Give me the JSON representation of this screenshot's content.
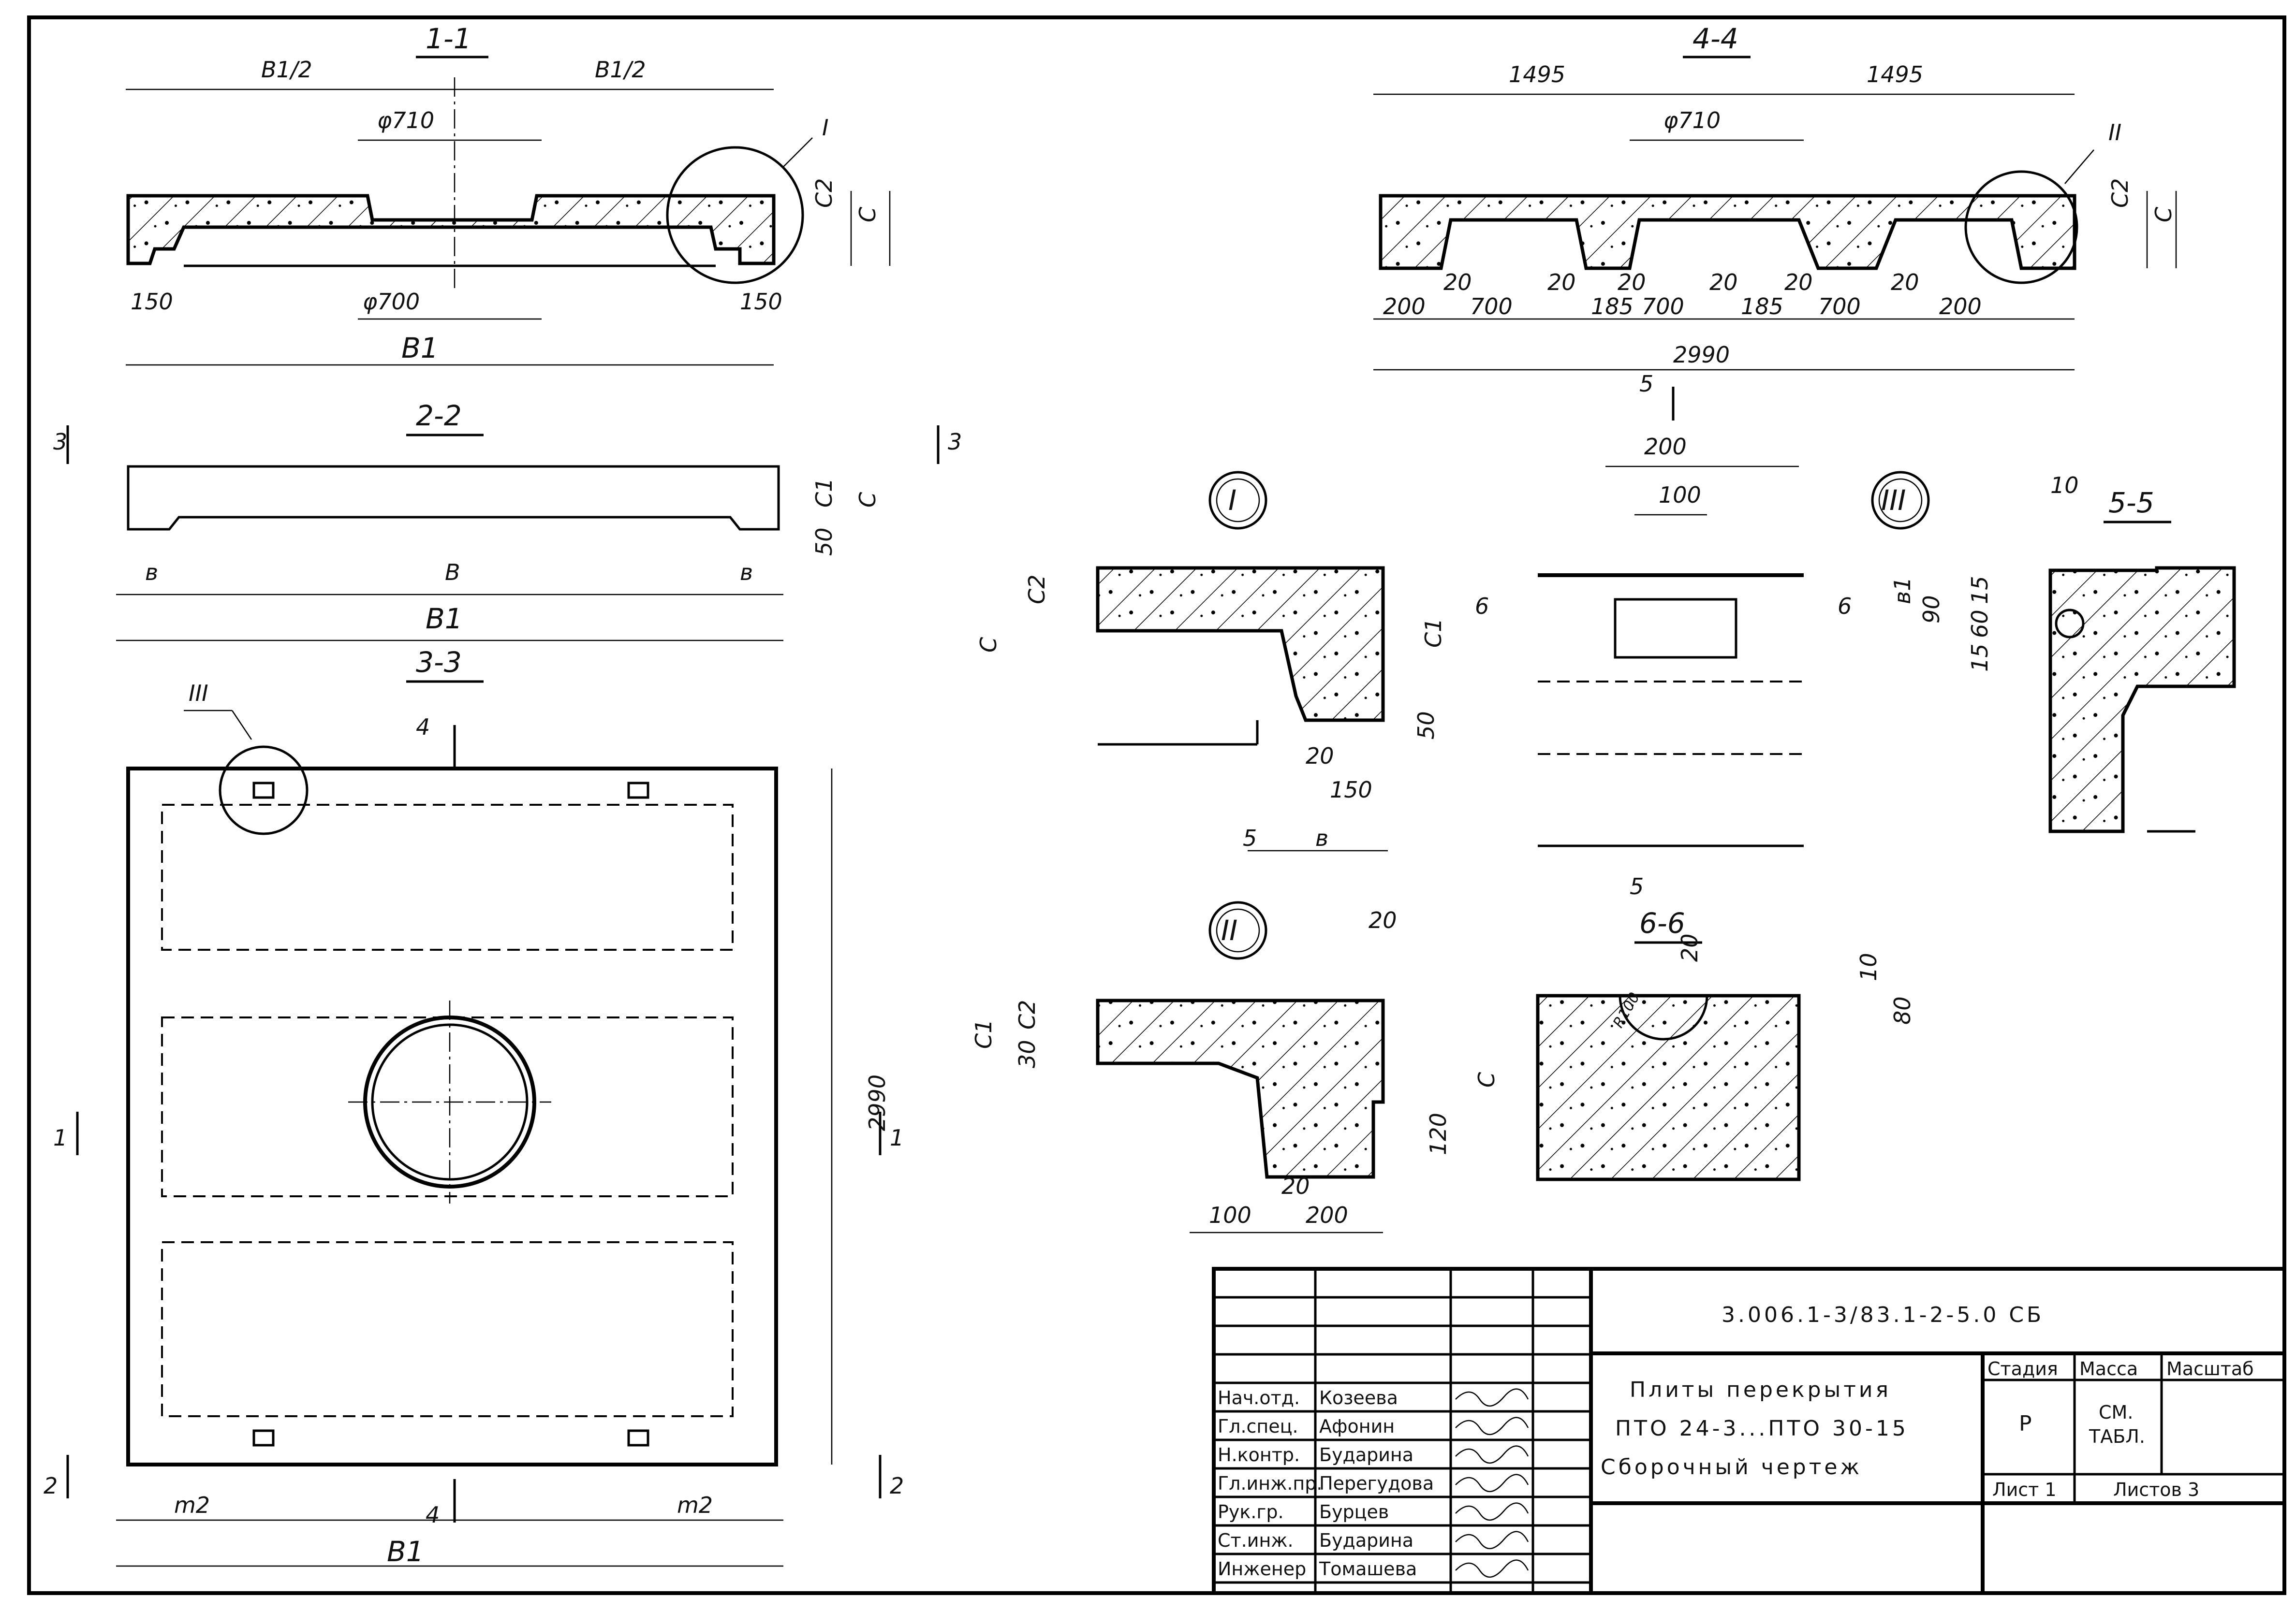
{
  "sections": {
    "s11": {
      "title": "1-1",
      "half_left": "B1/2",
      "half_right": "B1/2",
      "dia_top": "φ710",
      "dia_bot": "φ700",
      "edge_left": "150",
      "edge_right": "150",
      "total": "B1",
      "callout": "I",
      "c2": "C2",
      "c": "C"
    },
    "s44": {
      "title": "4-4",
      "half_left": "1495",
      "half_right": "1495",
      "dia_top": "φ710",
      "callout": "II",
      "c2": "C2",
      "c": "C",
      "bottom_dims": [
        "200",
        "20",
        "700",
        "20",
        "185",
        "20",
        "700",
        "20",
        "185",
        "20",
        "700",
        "20",
        "200"
      ],
      "total": "2990"
    },
    "s22": {
      "title": "2-2",
      "left_b": "в",
      "mid_b": "B",
      "right_b": "в",
      "total": "B1",
      "c1": "C1",
      "c": "C",
      "h50": "50",
      "cut_left": "3",
      "cut_right": "3"
    },
    "s33": {
      "title": "3-3",
      "callout": "III",
      "cut_top": "4",
      "cut_bottom": "4",
      "side_left_1": "1",
      "side_right_1": "1",
      "side_left_2": "2",
      "side_right_2": "2",
      "height": "2990",
      "m_left": "m2",
      "m_right": "m2",
      "total": "B1"
    }
  },
  "details": {
    "d1": {
      "title": "I",
      "c": "C",
      "c2": "C2",
      "c1": "C1",
      "d50": "50",
      "d20": "20",
      "d150": "150",
      "d5": "5",
      "b": "в"
    },
    "d2": {
      "title": "II",
      "c1": "C1",
      "c2": "C2",
      "d30": "30",
      "c": "C",
      "d120": "120",
      "d20top": "20",
      "d20": "20",
      "d100": "100",
      "d200": "200"
    },
    "d3": {
      "title": "III",
      "s55": "5-5",
      "d10": "10",
      "d15a": "15",
      "d90": "90",
      "d60": "60",
      "d15b": "15",
      "b1": "в1"
    },
    "d55": {
      "cut5_top": "5",
      "cut5_bot": "5",
      "d200": "200",
      "d100": "100",
      "cut6_left": "6",
      "cut6_right": "6"
    },
    "d66": {
      "title": "6-6",
      "d20": "20",
      "d10": "10",
      "d80": "80",
      "r100": "R100"
    }
  },
  "title_block": {
    "doc_code": "3.006.1-3/83.1-2-5.0 СБ",
    "title_lines": [
      "Плиты перекрытия",
      "ПТО 24-3...ПТО 30-15",
      "Сборочный чертеж"
    ],
    "stage_header": "Стадия",
    "mass_header": "Масса",
    "scale_header": "Масштаб",
    "stage_value": "Р",
    "mass_value_1": "СМ.",
    "mass_value_2": "ТАБЛ.",
    "sheet": "Лист 1",
    "sheets": "Листов 3",
    "roles": [
      {
        "role": "Нач.отд.",
        "name": "Козеева"
      },
      {
        "role": "Гл.спец.",
        "name": "Афонин"
      },
      {
        "role": "Н.контр.",
        "name": "Бударина"
      },
      {
        "role": "Гл.инж.пр.",
        "name": "Перегудова"
      },
      {
        "role": "Рук.гр.",
        "name": "Бурцев"
      },
      {
        "role": "Ст.инж.",
        "name": "Бударина"
      },
      {
        "role": "Инженер",
        "name": "Томашева"
      }
    ]
  }
}
